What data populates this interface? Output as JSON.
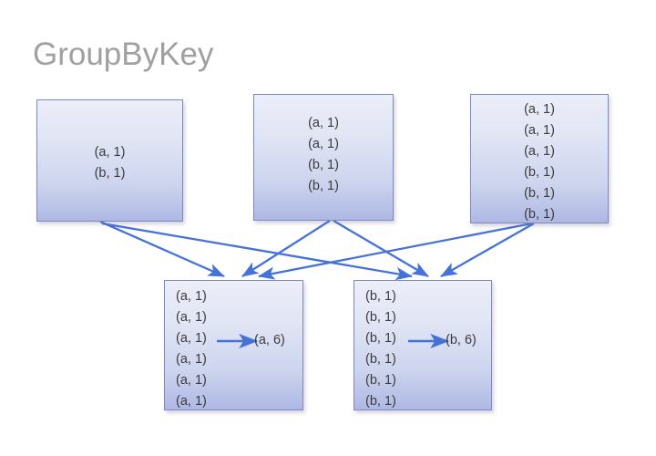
{
  "title": "GroupByKey",
  "colors": {
    "title": "#a0a0a0",
    "box_border": "#7b88c4",
    "box_fill_top": "#eceef8",
    "box_fill_bottom": "#aeb8e4",
    "arrow": "#4472d8",
    "text": "#3b3b3b",
    "background": "#ffffff"
  },
  "input_boxes": [
    {
      "name": "input-box-1",
      "lines": [
        "(a, 1)",
        "(b, 1)"
      ]
    },
    {
      "name": "input-box-2",
      "lines": [
        "(a, 1)",
        "(a, 1)",
        "(b, 1)",
        "(b, 1)"
      ]
    },
    {
      "name": "input-box-3",
      "lines": [
        "(a, 1)",
        "(a, 1)",
        "(a, 1)",
        "(b, 1)",
        "(b, 1)",
        "(b, 1)"
      ]
    }
  ],
  "output_boxes": [
    {
      "name": "output-box-a",
      "lines": [
        "(a, 1)",
        "(a, 1)",
        "(a, 1)",
        "(a, 1)",
        "(a, 1)",
        "(a, 1)"
      ],
      "aggregate": "(a, 6)"
    },
    {
      "name": "output-box-b",
      "lines": [
        "(b, 1)",
        "(b, 1)",
        "(b, 1)",
        "(b, 1)",
        "(b, 1)",
        "(b, 1)"
      ],
      "aggregate": "(b, 6)"
    }
  ],
  "shuffle_arrows": [
    {
      "from": "input-box-1",
      "to": "output-box-a"
    },
    {
      "from": "input-box-1",
      "to": "output-box-b"
    },
    {
      "from": "input-box-2",
      "to": "output-box-a"
    },
    {
      "from": "input-box-2",
      "to": "output-box-b"
    },
    {
      "from": "input-box-3",
      "to": "output-box-a"
    },
    {
      "from": "input-box-3",
      "to": "output-box-b"
    }
  ]
}
